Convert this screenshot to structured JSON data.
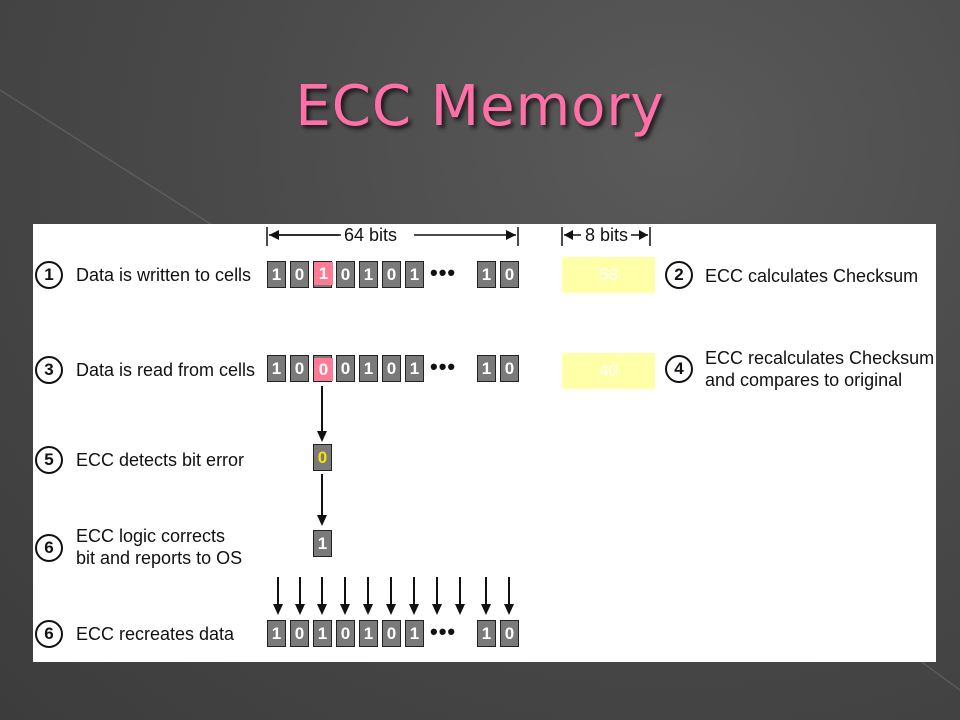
{
  "title": "ECC Memory",
  "top_dims": {
    "bits64": "64 bits",
    "bits8": "8 bits"
  },
  "steps": [
    {
      "num": "1",
      "label": "Data is written to cells"
    },
    {
      "num": "2",
      "label": "ECC calculates Checksum"
    },
    {
      "num": "3",
      "label": "Data is read from cells"
    },
    {
      "num": "4",
      "label_line1": "ECC recalculates Checksum",
      "label_line2": "and compares to original"
    },
    {
      "num": "5",
      "label": "ECC detects bit error"
    },
    {
      "num": "6",
      "label_line1": "ECC logic corrects",
      "label_line2": "bit and reports to OS"
    },
    {
      "num": "6",
      "label": "ECC recreates data"
    }
  ],
  "rows": {
    "written": [
      "1",
      "0",
      "1",
      "0",
      "1",
      "0",
      "1"
    ],
    "read": [
      "1",
      "0",
      "0",
      "0",
      "1",
      "0",
      "1"
    ],
    "recreated": [
      "1",
      "0",
      "1",
      "0",
      "1",
      "0",
      "1"
    ],
    "tail": [
      "1",
      "0"
    ],
    "ellipsis": "•••"
  },
  "detected_bit": "0",
  "corrected_bit": "1",
  "overlays": {
    "written_bit": "1",
    "read_bit": "0",
    "checksum_original": "58",
    "checksum_recalc": "40"
  },
  "colors": {
    "title": "#ff6fa8",
    "cell": "#7a7a7a",
    "error_bit": "#ffe100",
    "overlay_pink": "#ff7a92",
    "overlay_yellow": "#ffffa8"
  }
}
